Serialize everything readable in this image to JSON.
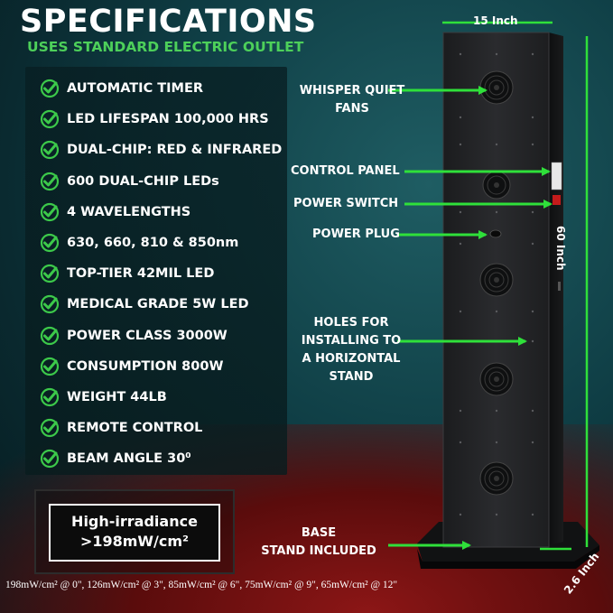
{
  "title": "SPECIFICATIONS",
  "subtitle": "USES STANDARD ELECTRIC OUTLET",
  "specs": [
    "AUTOMATIC TIMER",
    "LED LIFESPAN 100,000 HRS",
    "DUAL-CHIP: RED & INFRARED",
    "600 DUAL-CHIP LEDs",
    "4 WAVELENGTHS",
    "630, 660, 810 & 850nm",
    "TOP-TIER 42MIL LED",
    "MEDICAL GRADE 5W LED",
    "POWER CLASS 3000W",
    "CONSUMPTION 800W",
    "WEIGHT 44LB",
    "REMOTE CONTROL",
    "BEAM ANGLE 30⁰"
  ],
  "irradiance": {
    "line1": "High-irradiance",
    "line2": ">198mW/cm²",
    "detail": "198mW/cm² @ 0\",  126mW/cm² @ 3\",  85mW/cm² @ 6\",  75mW/cm² @ 9\",  65mW/cm² @ 12\""
  },
  "callouts": {
    "fans_line1": "WHISPER QUIET",
    "fans_line2": "FANS",
    "control_panel": "CONTROL PANEL",
    "power_switch": "POWER SWITCH",
    "power_plug": "POWER PLUG",
    "holes_line1": "HOLES FOR",
    "holes_line2": "INSTALLING TO",
    "holes_line3": "A HORIZONTAL",
    "holes_line4": "STAND",
    "base_line1": "BASE",
    "base_line2": "STAND INCLUDED"
  },
  "dimensions": {
    "width": "15 Inch",
    "height": "60 Inch",
    "depth": "2.6 Inch"
  },
  "colors": {
    "accent_green": "#4dd05a",
    "arrow_green": "#2fe03a",
    "check_green": "#3cc94a"
  },
  "icons": {
    "check": "check-circle-icon",
    "fan": "fan-icon",
    "arrow": "arrow-right-icon"
  }
}
